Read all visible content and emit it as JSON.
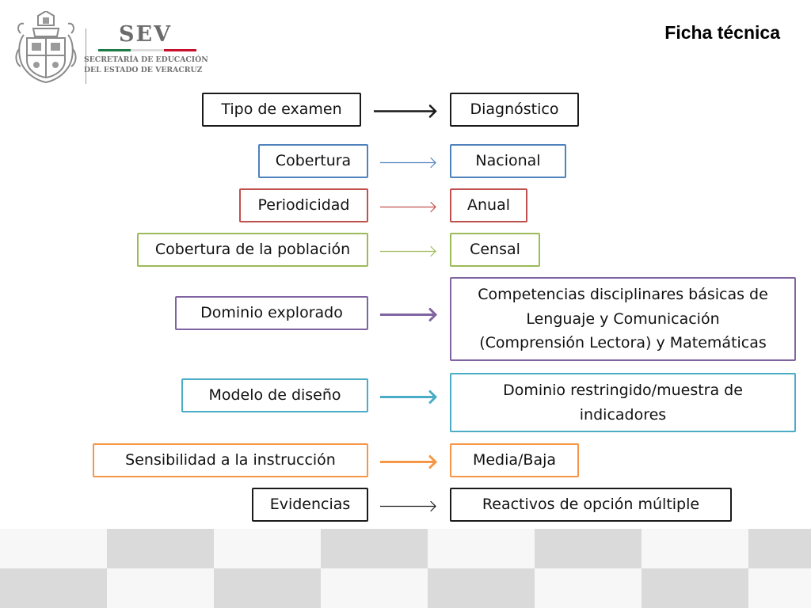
{
  "header": {
    "logo_mark": "SEV",
    "logo_line1": "SECRETARÍA DE EDUCACIÓN",
    "logo_line2": "DEL ESTADO DE VERACRUZ",
    "title": "Ficha técnica",
    "flag_colors": [
      "#1e7a45",
      "#ffffff",
      "#c8102e"
    ]
  },
  "rows": [
    {
      "label": "Tipo de examen",
      "value": [
        "Diagnóstico"
      ],
      "color": "#1a1a1a"
    },
    {
      "label": "Cobertura",
      "value": [
        "Nacional"
      ],
      "color": "#4f81bd"
    },
    {
      "label": "Periodicidad",
      "value": [
        "Anual"
      ],
      "color": "#c0504d"
    },
    {
      "label": "Cobertura de la población",
      "value": [
        "Censal"
      ],
      "color": "#9bbb59"
    },
    {
      "label": "Dominio explorado",
      "value": [
        "Competencias disciplinares básicas de",
        "Lenguaje y Comunicación",
        "(Comprensión Lectora) y Matemáticas"
      ],
      "color": "#8064a2"
    },
    {
      "label": "Modelo de diseño",
      "value": [
        "Dominio restringido/muestra de",
        "indicadores"
      ],
      "color": "#4bacc6"
    },
    {
      "label": "Sensibilidad a la instrucción",
      "value": [
        "Media/Baja"
      ],
      "color": "#f79646"
    },
    {
      "label": "Evidencias",
      "value": [
        "Reactivos de opción múltiple"
      ],
      "color": "#1a1a1a"
    }
  ]
}
